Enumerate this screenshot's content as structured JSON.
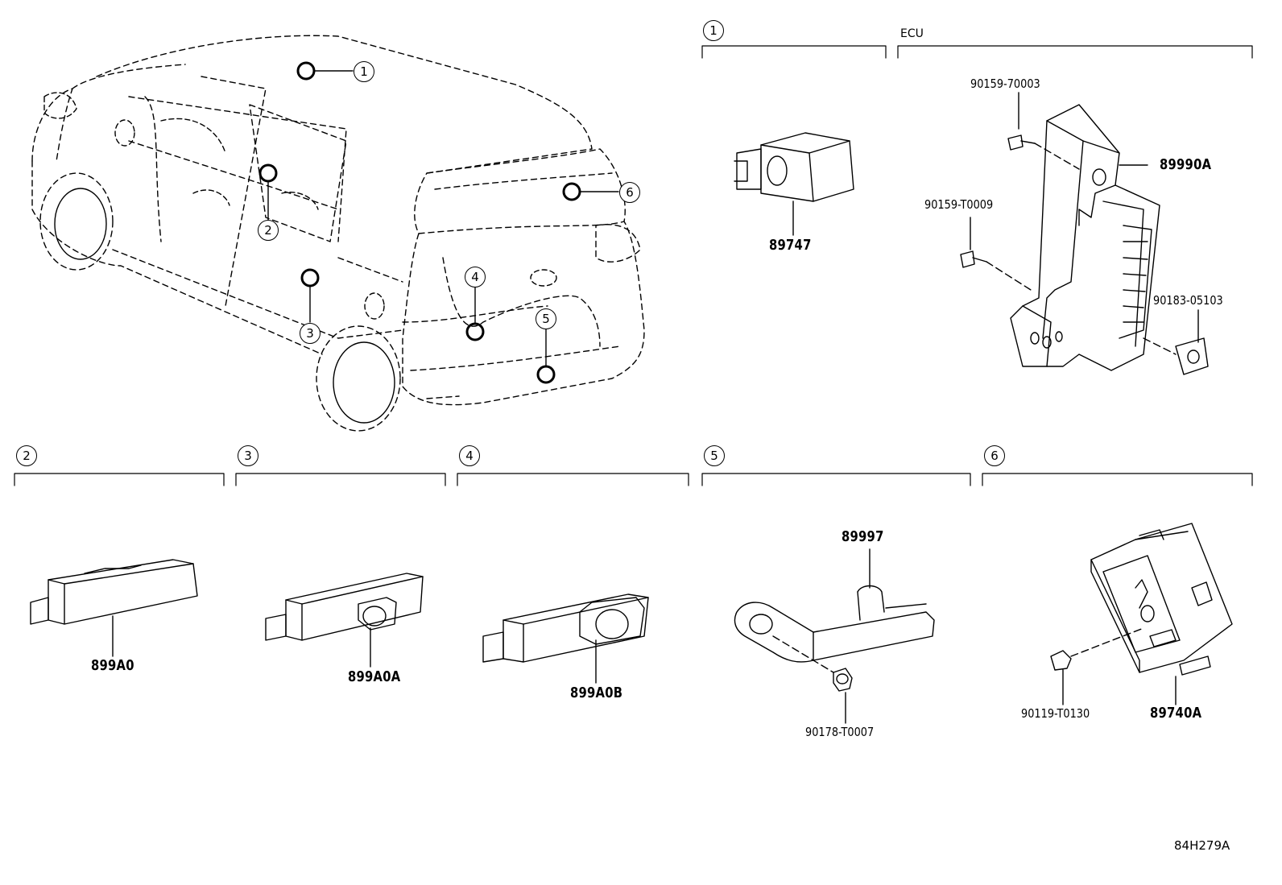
{
  "diagram": {
    "vehicle_callouts": [
      "1",
      "2",
      "3",
      "4",
      "5",
      "6"
    ],
    "sections": [
      {
        "id": "1",
        "label": "1"
      },
      {
        "id": "ecu",
        "label": "ECU"
      },
      {
        "id": "2",
        "label": "2"
      },
      {
        "id": "3",
        "label": "3"
      },
      {
        "id": "4",
        "label": "4"
      },
      {
        "id": "5",
        "label": "5"
      },
      {
        "id": "6",
        "label": "6"
      }
    ],
    "parts": {
      "p89747": "89747",
      "p89990A": "89990A",
      "p90159_70003": "90159-70003",
      "p90159_T0009": "90159-T0009",
      "p90183_05103": "90183-05103",
      "p899A0": "899A0",
      "p899A0A": "899A0A",
      "p899A0B": "899A0B",
      "p89997": "89997",
      "p90178_T0007": "90178-T0007",
      "p89740A": "89740A",
      "p90119_T0130": "90119-T0130"
    },
    "reference_code": "84H279A"
  }
}
